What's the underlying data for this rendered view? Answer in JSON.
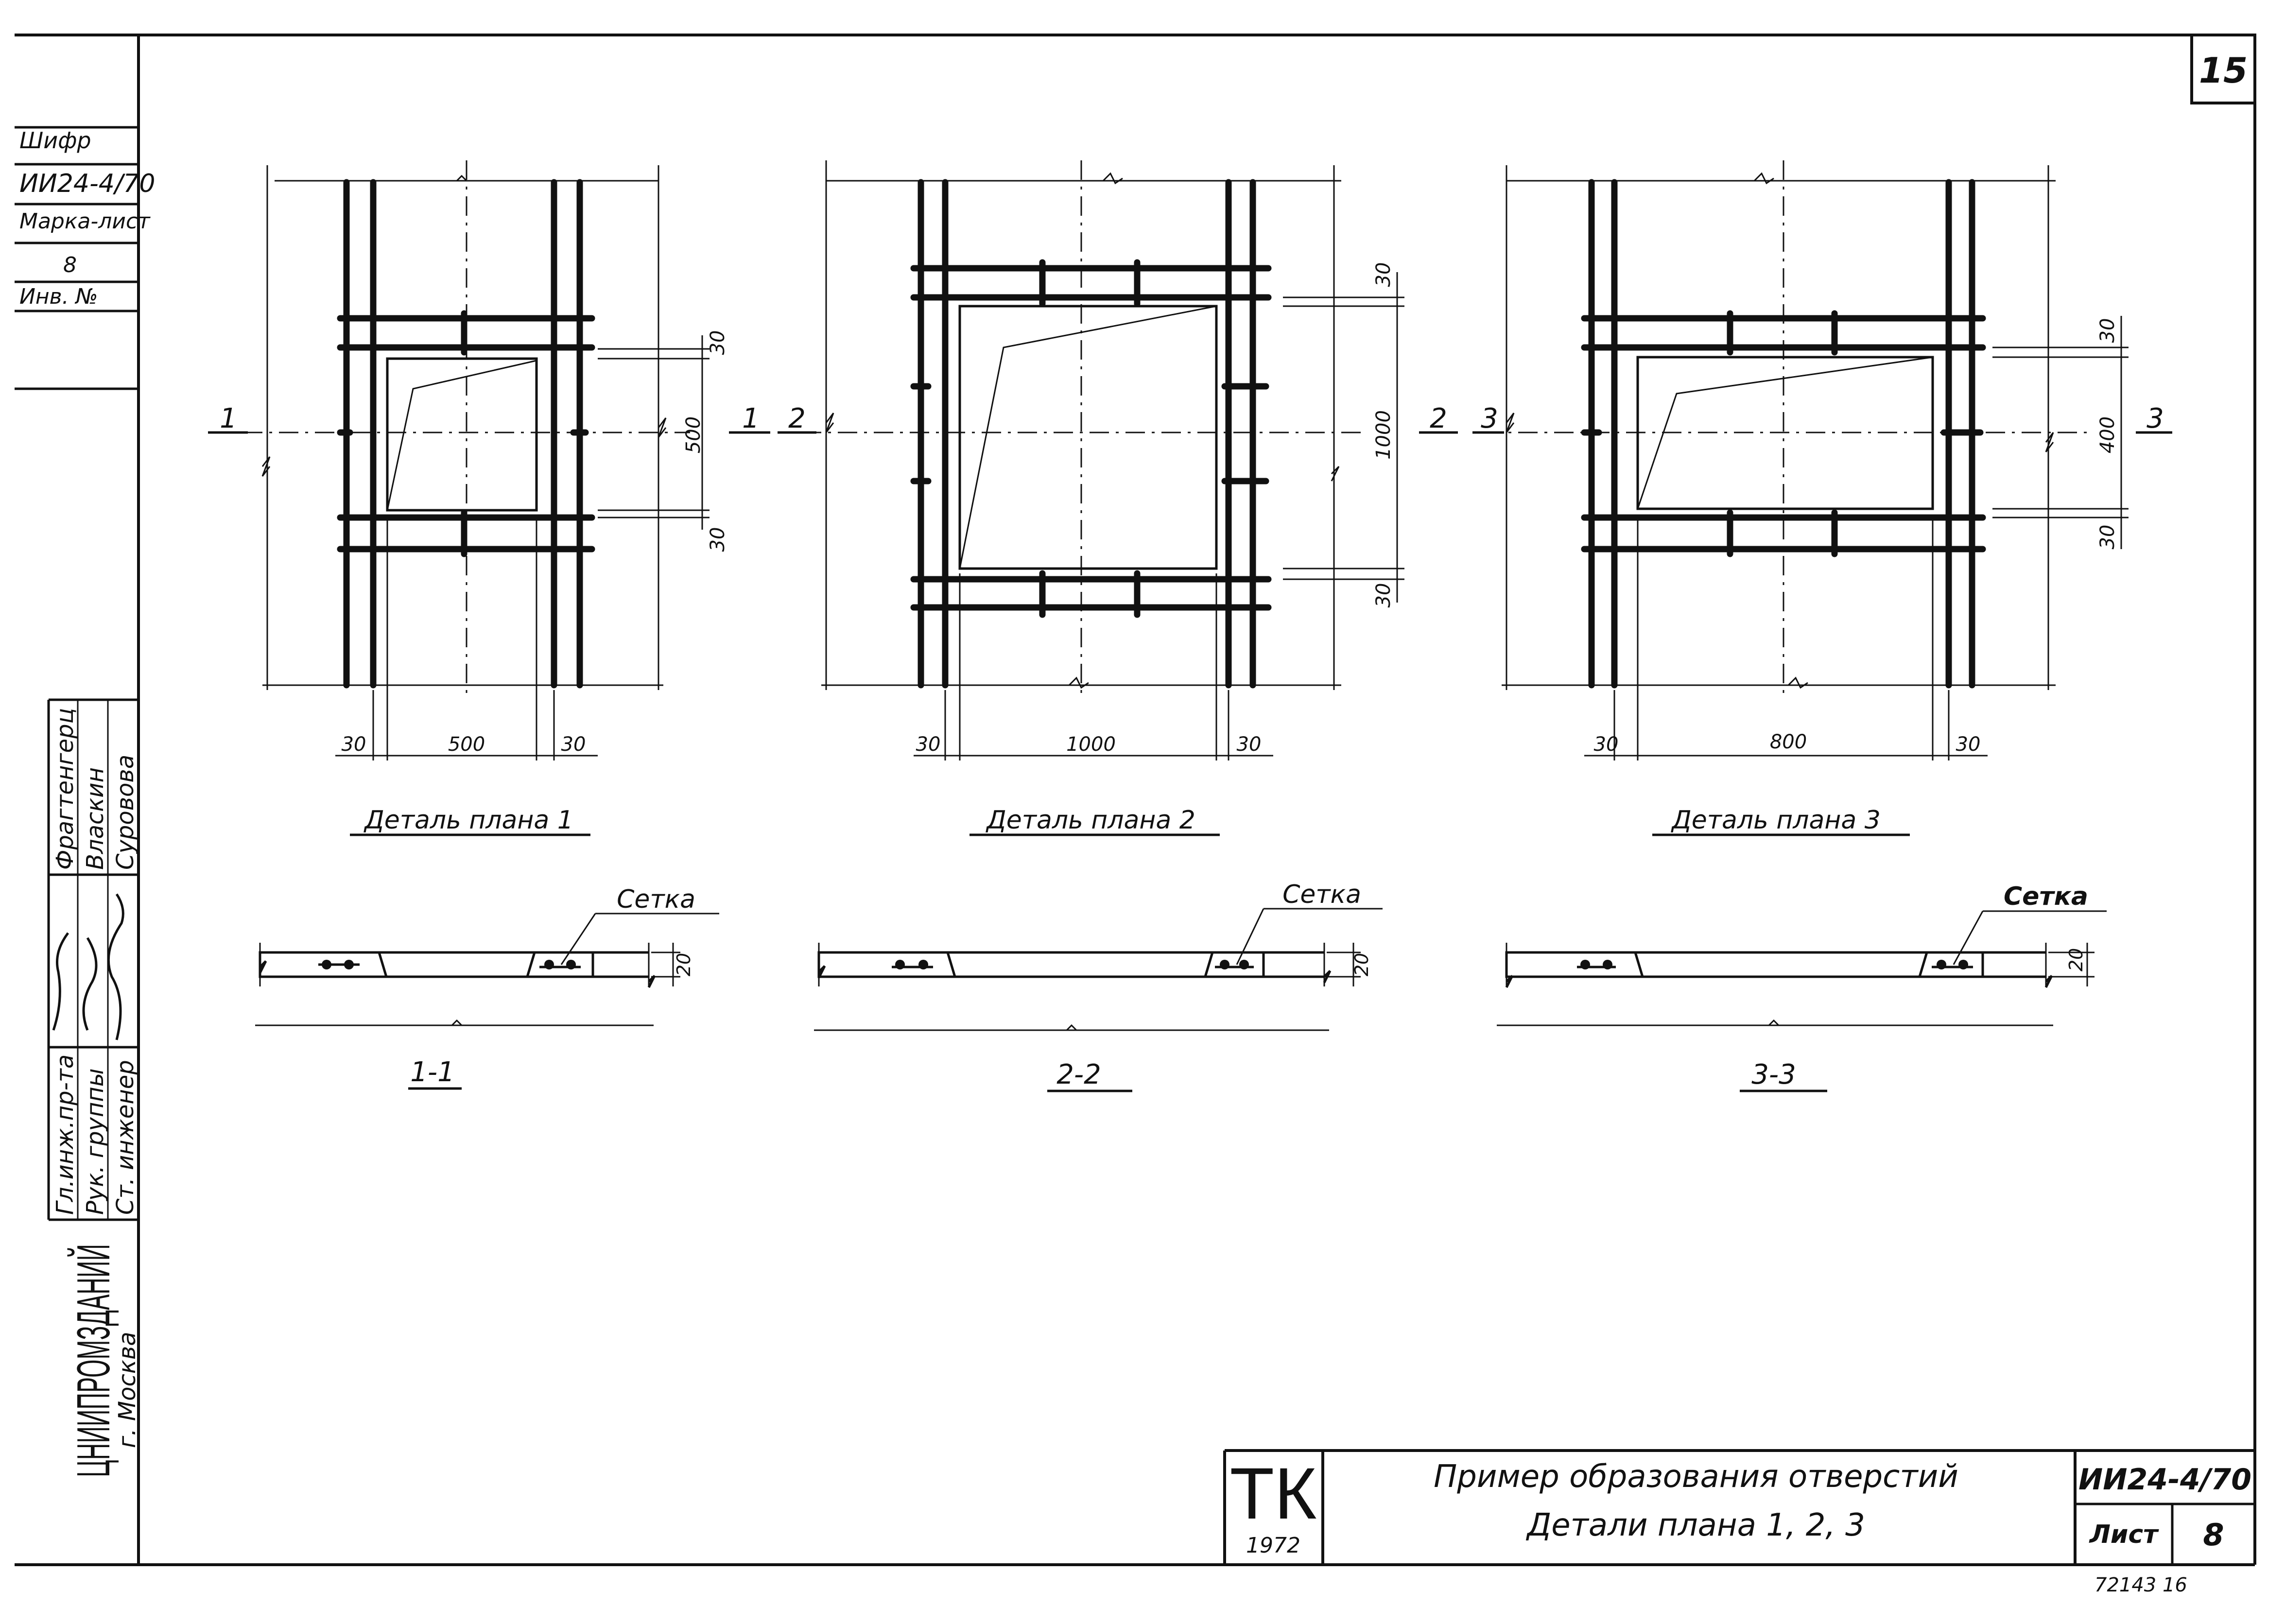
{
  "sheet": {
    "corner_number": "15",
    "side_stamp": {
      "rows": [
        "Шифр",
        "ИИ24-4/70",
        "Марка-лист",
        "8",
        "Инв. №"
      ]
    },
    "signatures": {
      "roles": [
        "Гл.инж.пр-та",
        "Рук. группы",
        "Ст. инженер"
      ],
      "names": [
        "Фрагтенгерц",
        "Власкин",
        "Суровова"
      ]
    },
    "organization": {
      "name": "ЦНИИПРОМЗДАНИЙ",
      "city": "г. Москва"
    },
    "title_block": {
      "logo_letters": "ТК",
      "year": "1972",
      "title_line1": "Пример образования отверстий",
      "title_line2": "Детали плана 1, 2, 3",
      "code": "ИИ24-4/70",
      "sheet_label": "Лист",
      "sheet_number": "8"
    },
    "bottom_note": "72143  16"
  },
  "details": [
    {
      "caption": "Деталь плана 1",
      "cut_mark": "1",
      "section_caption": "1-1",
      "dims_bottom": [
        "30",
        "500",
        "30"
      ],
      "dims_right": [
        "30",
        "500",
        "30"
      ],
      "mesh_label": "Сетка",
      "slab_thickness": "20"
    },
    {
      "caption": "Деталь плана 2",
      "cut_mark": "2",
      "section_caption": "2-2",
      "dims_bottom": [
        "30",
        "1000",
        "30"
      ],
      "dims_right": [
        "30",
        "1000",
        "30"
      ],
      "mesh_label": "Сетка",
      "slab_thickness": "20"
    },
    {
      "caption": "Деталь плана 3",
      "cut_mark": "3",
      "section_caption": "3-3",
      "dims_bottom": [
        "30",
        "800",
        "30"
      ],
      "dims_right": [
        "30",
        "400",
        "30"
      ],
      "mesh_label": "Сетка",
      "slab_thickness": "20"
    }
  ]
}
